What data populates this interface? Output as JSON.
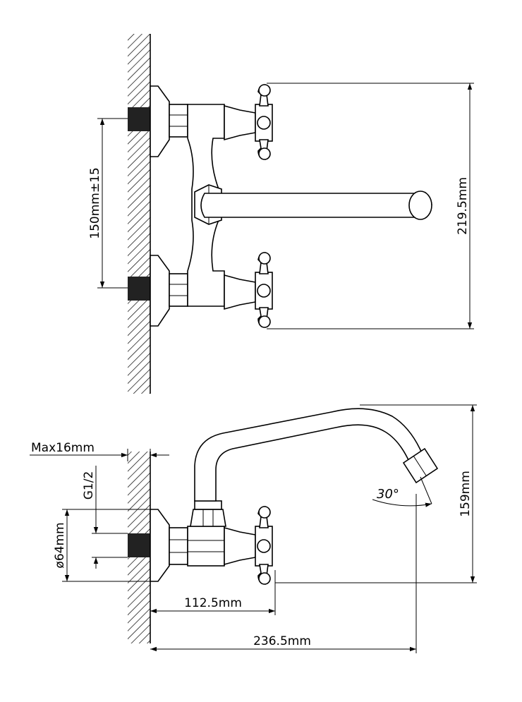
{
  "top_view": {
    "dim_vertical_spacing": "150mm±15",
    "dim_total_height": "219.5mm"
  },
  "side_view": {
    "dim_max": "Max16mm",
    "dim_thread": "G1/2",
    "dim_diameter": "ø64mm",
    "dim_angle": "30°",
    "dim_height": "159mm",
    "dim_handle_reach": "112.5mm",
    "dim_spout_reach": "236.5mm"
  }
}
